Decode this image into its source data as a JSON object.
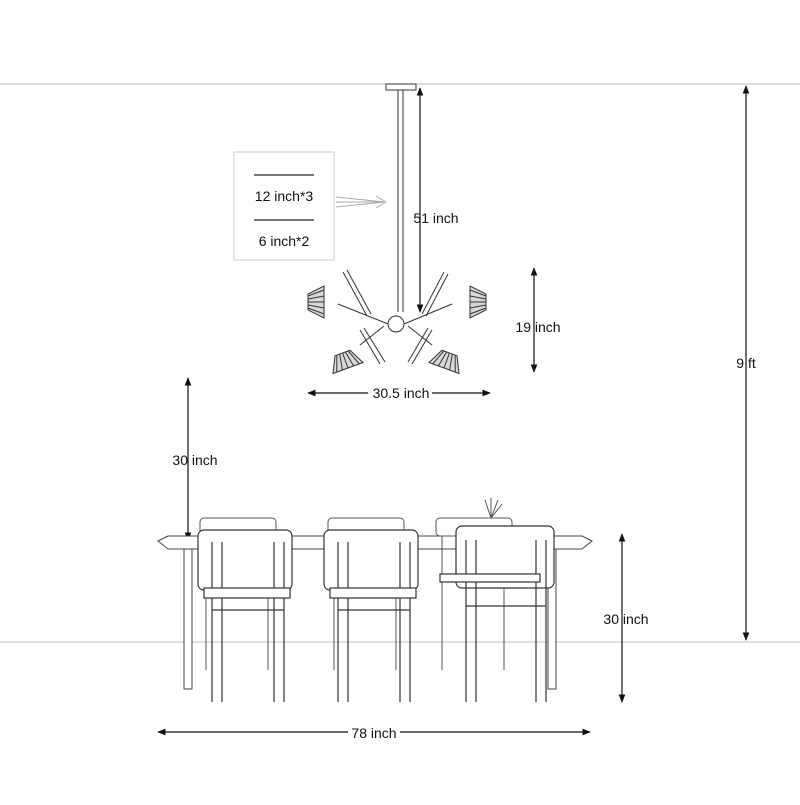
{
  "rod_legend": {
    "rod_12": "12 inch*3",
    "rod_6": "6 inch*2"
  },
  "dimensions": {
    "drop_length": "51 inch",
    "fixture_height": "19 inch",
    "fixture_width": "30.5 inch",
    "clearance_above_table": "30 inch",
    "ceiling_height": "9 ft",
    "table_height": "30 inch",
    "table_length": "78 inch"
  },
  "colors": {
    "line": "#333333",
    "light_line": "#9a9a9a",
    "text": "#111111"
  }
}
